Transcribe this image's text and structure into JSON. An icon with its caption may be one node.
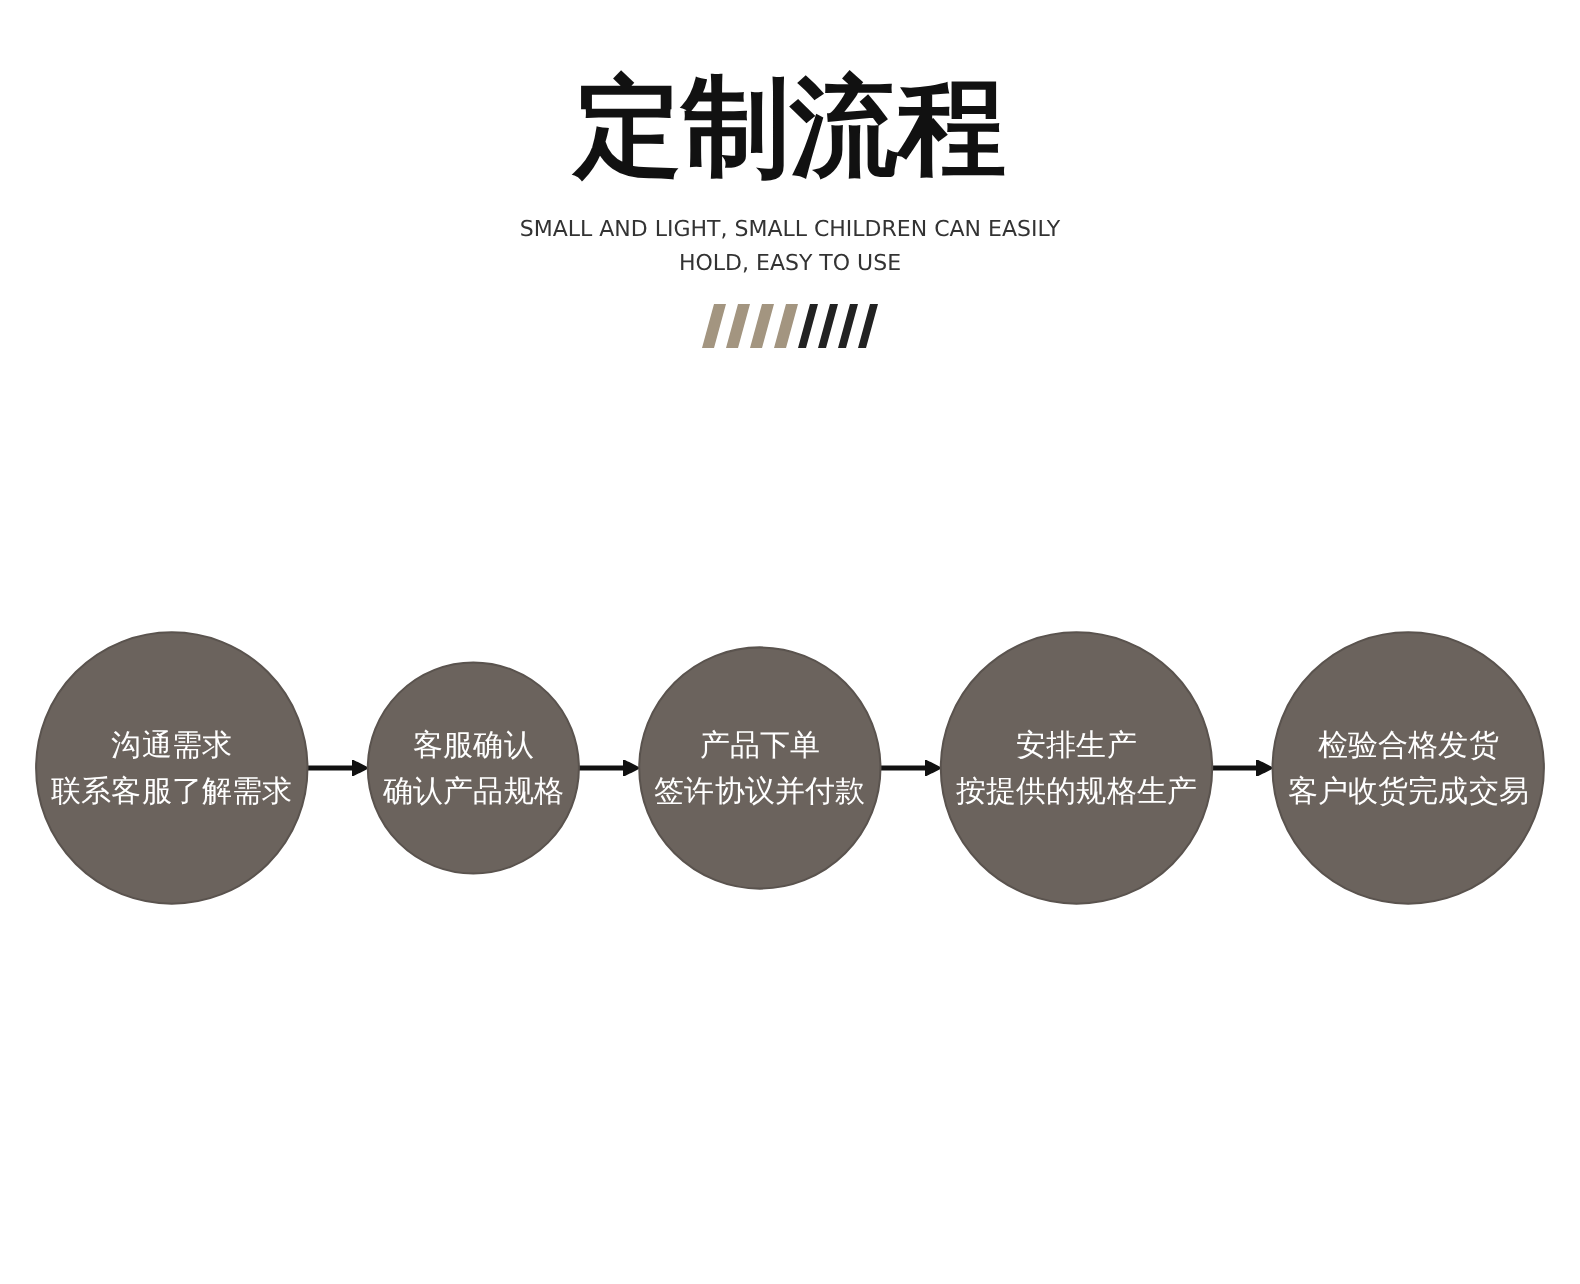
{
  "diagram": {
    "title": "定制流程",
    "nodes": [
      {
        "text": [
          "沟通需求",
          "联系客服了解需求"
        ]
      },
      {
        "text": [
          "客服确认",
          "确认产品规格"
        ]
      },
      {
        "text": [
          "产品下单",
          "签许协议并付款"
        ]
      },
      {
        "text": [
          "安排生产",
          "按提供的规格生产"
        ]
      },
      {
        "text": [
          "检验合格发货",
          "客户收货完成交易"
        ]
      }
    ],
    "edges": [
      {
        "from": 0,
        "to": 1,
        "arrow": "to"
      },
      {
        "from": 1,
        "to": 2,
        "arrow": "to"
      },
      {
        "from": 2,
        "to": 3,
        "arrow": "to"
      },
      {
        "from": 3,
        "to": 4,
        "arrow": "to"
      }
    ],
    "labels": [
      "SMALL AND LIGHT, SMALL CHILDREN CAN EASILY HOLD, EASY TO USE"
    ]
  }
}
